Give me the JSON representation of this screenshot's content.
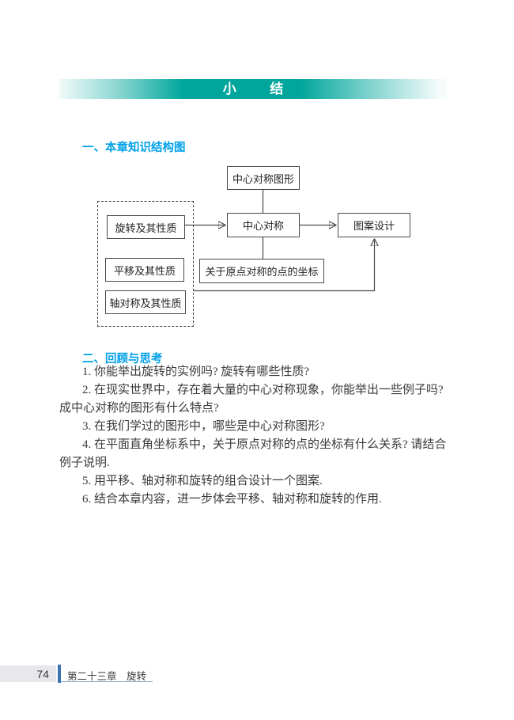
{
  "banner": {
    "title": "小　结"
  },
  "sections": {
    "structure": {
      "heading": "一、本章知识结构图"
    },
    "review": {
      "heading": "二、回顾与思考"
    }
  },
  "diagram": {
    "nodes": {
      "central_symmetric_figure": "中心对称图形",
      "rotation_properties": "旋转及其性质",
      "central_symmetry": "中心对称",
      "pattern_design": "图案设计",
      "translation_properties": "平移及其性质",
      "origin_point_coords": "关于原点对称的点的坐标",
      "axial_symmetry_properties": "轴对称及其性质"
    }
  },
  "questions": [
    {
      "lines": [
        "1. 你能举出旋转的实例吗? 旋转有哪些性质?"
      ]
    },
    {
      "lines": [
        "2. 在现实世界中，存在着大量的中心对称现象，你能举出一些例子吗?",
        "成中心对称的图形有什么特点?"
      ]
    },
    {
      "lines": [
        "3. 在我们学过的图形中，哪些是中心对称图形?"
      ]
    },
    {
      "lines": [
        "4. 在平面直角坐标系中，关于原点对称的点的坐标有什么关系? 请结合",
        "例子说明."
      ]
    },
    {
      "lines": [
        "5. 用平移、轴对称和旋转的组合设计一个图案."
      ]
    },
    {
      "lines": [
        "6. 结合本章内容，进一步体会平移、轴对称和旋转的作用."
      ]
    }
  ],
  "footer": {
    "page_number": "74",
    "chapter": "第二十三章　旋转"
  },
  "colors": {
    "banner_teal": "#00a69c",
    "heading_blue": "#00a0e8",
    "footer_bar_blue": "#3c74b0"
  }
}
